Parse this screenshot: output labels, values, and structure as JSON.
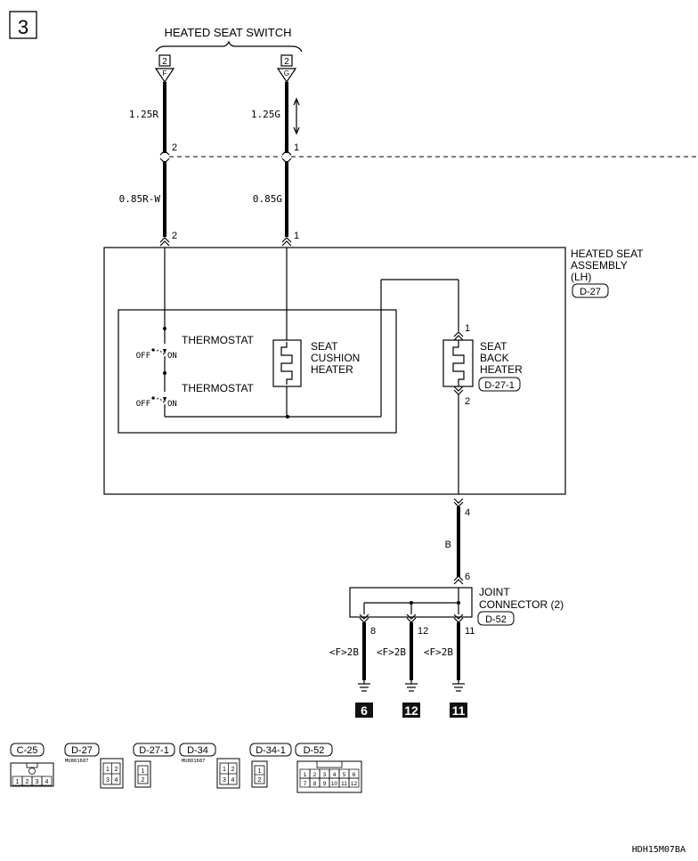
{
  "page_number": "3",
  "switch_title": "HEATED SEAT SWITCH",
  "switch_pins": [
    {
      "num": "2",
      "letter": "F"
    },
    {
      "num": "2",
      "letter": "G"
    }
  ],
  "upper_wires": {
    "left": "1.25R",
    "right": "1.25G"
  },
  "lower_wires": {
    "left": "0.85R-W",
    "right": "0.85G"
  },
  "junction_pins": {
    "top_left": "2",
    "top_right": "1",
    "bottom_left": "2",
    "bottom_right": "1"
  },
  "assembly": {
    "title_lines": [
      "HEATED SEAT",
      "ASSEMBLY",
      "(LH)"
    ],
    "connector": "D-27"
  },
  "thermostats": [
    {
      "label": "THERMOSTAT",
      "off": "OFF",
      "on": "ON"
    },
    {
      "label": "THERMOSTAT",
      "off": "OFF",
      "on": "ON"
    }
  ],
  "cushion_heater": [
    "SEAT",
    "CUSHION",
    "HEATER"
  ],
  "back_heater": {
    "lines": [
      "SEAT",
      "BACK",
      "HEATER"
    ],
    "connector": "D-27-1",
    "pin_top": "1",
    "pin_bottom": "2"
  },
  "ground_wire": {
    "pin_top": "4",
    "color": "B",
    "pin_bottom": "6"
  },
  "joint_connector": {
    "lines": [
      "JOINT",
      "CONNECTOR (2)"
    ],
    "connector": "D-52",
    "pins": [
      "8",
      "12",
      "11"
    ]
  },
  "ground_leads": [
    "<F>2B",
    "<F>2B",
    "<F>2B"
  ],
  "ground_points": [
    "6",
    "12",
    "11"
  ],
  "connector_legend": [
    {
      "label": "C-25",
      "part": ""
    },
    {
      "label": "D-27",
      "part": "MU801687"
    },
    {
      "label": "D-27-1",
      "part": ""
    },
    {
      "label": "D-34",
      "part": "MU801687"
    },
    {
      "label": "D-34-1",
      "part": ""
    },
    {
      "label": "D-52",
      "part": ""
    }
  ],
  "legend_cells": {
    "c25": [
      "1",
      "2",
      "3",
      "4"
    ],
    "d27": [
      "1",
      "2",
      "3",
      "4"
    ],
    "d271": [
      "1",
      "2"
    ],
    "d34": [
      "1",
      "2",
      "3",
      "4"
    ],
    "d341": [
      "1",
      "2"
    ],
    "d52": [
      "1",
      "2",
      "3",
      "4",
      "5",
      "6",
      "7",
      "8",
      "9",
      "10",
      "11",
      "12"
    ]
  },
  "diagram_code": "HDH15M07BA"
}
